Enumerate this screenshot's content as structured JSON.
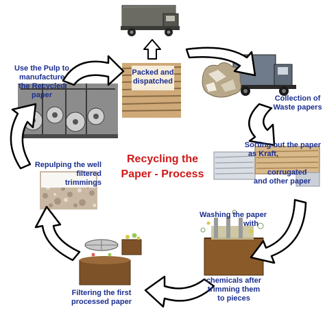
{
  "diagram": {
    "title_line1": "Recycling the",
    "title_line2": "Paper -   Process",
    "steps": [
      {
        "id": "collection",
        "lines": [
          "Collection of",
          "Waste papers"
        ],
        "icon": "garbage-truck-icon"
      },
      {
        "id": "sorting",
        "lines": [
          "Sorting out the paper",
          "as Kraft,",
          "corrugated",
          "and other paper"
        ],
        "icon": "paper-stack-icon"
      },
      {
        "id": "washing",
        "lines": [
          "Washing the paper",
          "with",
          "chemicals after",
          "trimming them",
          "to pieces"
        ],
        "icon": "washing-tank-icon"
      },
      {
        "id": "filtering",
        "lines": [
          "Filtering the first",
          "processed paper"
        ],
        "icon": "filter-sieve-icon"
      },
      {
        "id": "repulping",
        "lines": [
          "Repulping the well",
          "filtered",
          "trimmings"
        ],
        "icon": "pulp-texture-icon"
      },
      {
        "id": "use_pulp",
        "lines": [
          "Use the Pulp to",
          "manufacture",
          "the Recycled",
          "paper"
        ],
        "icon": "paper-mill-machine-icon"
      },
      {
        "id": "packed",
        "lines": [
          "Packed and",
          "dispatched"
        ],
        "icon": "packed-paper-bundles-icon"
      }
    ],
    "colors": {
      "label": "#1b2f8f",
      "title": "#d01818",
      "arrow_stroke": "#000000",
      "arrow_fill": "#ffffff"
    }
  }
}
